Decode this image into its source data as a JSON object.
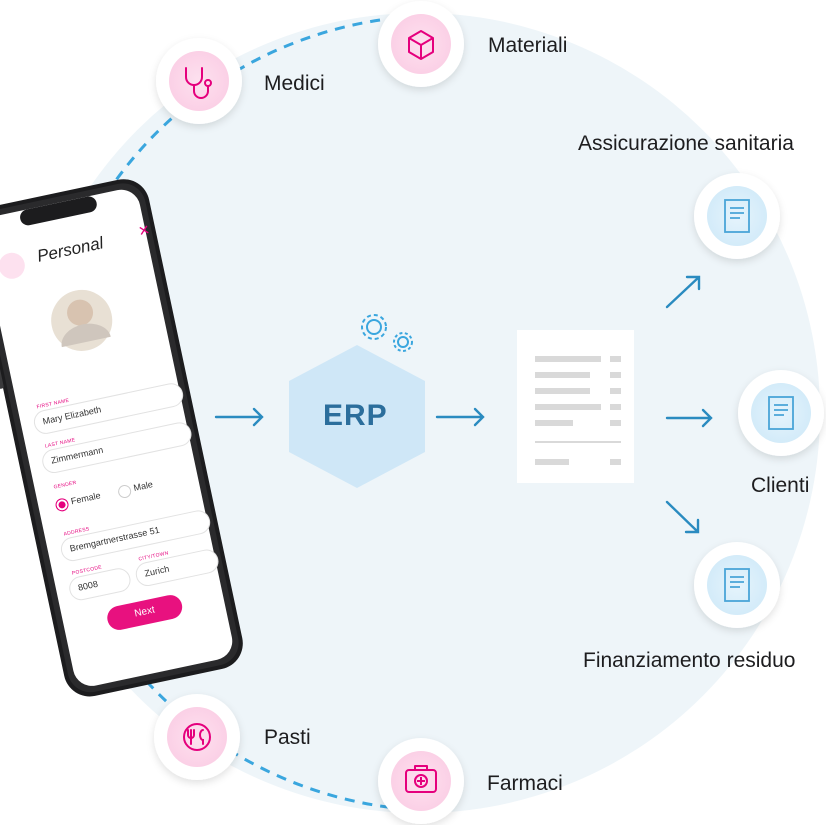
{
  "center": {
    "label": "ERP"
  },
  "nodes": {
    "medici": "Medici",
    "materiali": "Materiali",
    "pasti": "Pasti",
    "farmaci": "Farmaci",
    "assicurazione": "Assicurazione sanitaria",
    "clienti": "Clienti",
    "finanziamento": "Finanziamento residuo"
  },
  "phone": {
    "title": "Personal",
    "first_name_label": "FIRST NAME",
    "first_name": "Mary Elizabeth",
    "last_name_label": "LAST NAME",
    "last_name": "Zimmermann",
    "gender_label": "GENDER",
    "gender_female": "Female",
    "gender_male": "Male",
    "address_label": "ADDRESS",
    "address": "Bremgartnerstrasse 51",
    "postcode_label": "POSTCODE",
    "postcode": "8008",
    "city_label": "CITY/TOWN",
    "city": "Zurich",
    "next_button": "Next"
  },
  "colors": {
    "circle_fill": "#eef5f9",
    "dashed_arc": "#3aa6de",
    "arrow": "#2a8bc0",
    "hexagon": "#cfe7f7",
    "erp_text": "#2b6e9c",
    "pink_accent": "#e5007d",
    "doc_icon": "#4aa5d8"
  }
}
